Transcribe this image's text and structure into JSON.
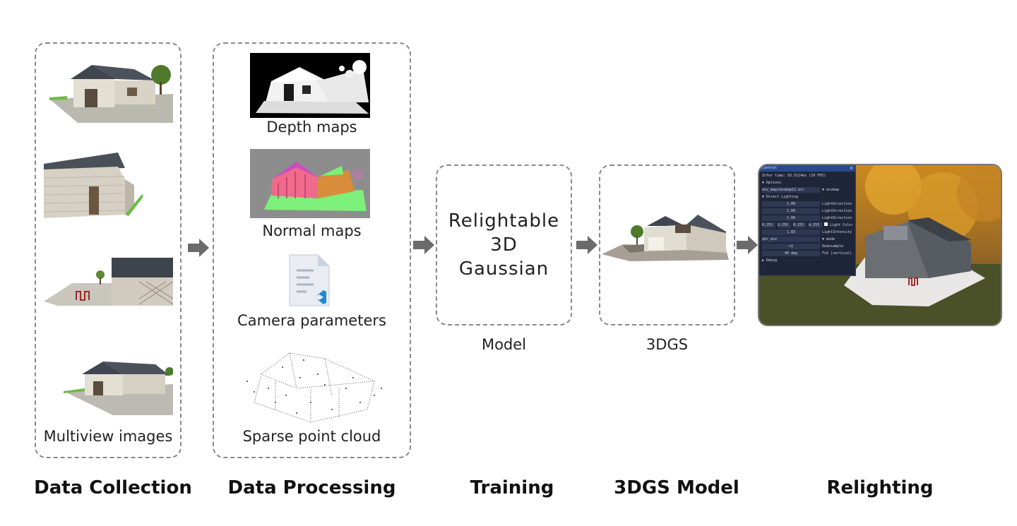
{
  "stages": {
    "collection": "Data Collection",
    "processing": "Data Processing",
    "training": "Training",
    "model": "3DGS Model",
    "relighting": "Relighting"
  },
  "collection": {
    "label": "Multiview images"
  },
  "processing": {
    "depth": "Depth maps",
    "normal": "Normal maps",
    "camera": "Camera parameters",
    "pointcloud": "Sparse point cloud"
  },
  "training": {
    "box_text": "Relightable\n3D\nGaussian",
    "caption": "Model"
  },
  "gsmodel": {
    "caption": "3DGS"
  },
  "relighting": {
    "panel": {
      "title": "Control",
      "infer": "Infer time: 93.5114ms (10 FPS)",
      "options": "▼ Options",
      "env": "env_map/envmap12.exr",
      "envmap": "envmap",
      "direct": "▼ Direct Lighting",
      "light_rows": [
        {
          "value": "1.00",
          "label": "LightDirection"
        },
        {
          "value": "1.00",
          "label": "LightDirection"
        },
        {
          "value": "1.00",
          "label": "LightDirection"
        }
      ],
      "rgba": [
        "R:255",
        "G:255",
        "B:255",
        "A:255"
      ],
      "light_color": "Light Color",
      "intensity_value": "1.83",
      "intensity_label": "LightIntensity",
      "mode_value": "pbr_env",
      "mode_label": "mode",
      "x1": "x1",
      "downsample": "Downsample",
      "fov_value": "40 deg",
      "fov_label": "FoV (vertical)",
      "debug": "▶ Debug"
    }
  },
  "colors": {
    "border": "#8a8a8a",
    "arrow": "#6b6b6b",
    "normal_pink": "#f06a8c",
    "normal_green": "#7cf07a",
    "panel_bg": "#20263a",
    "panel_title": "#2a4a8a"
  }
}
